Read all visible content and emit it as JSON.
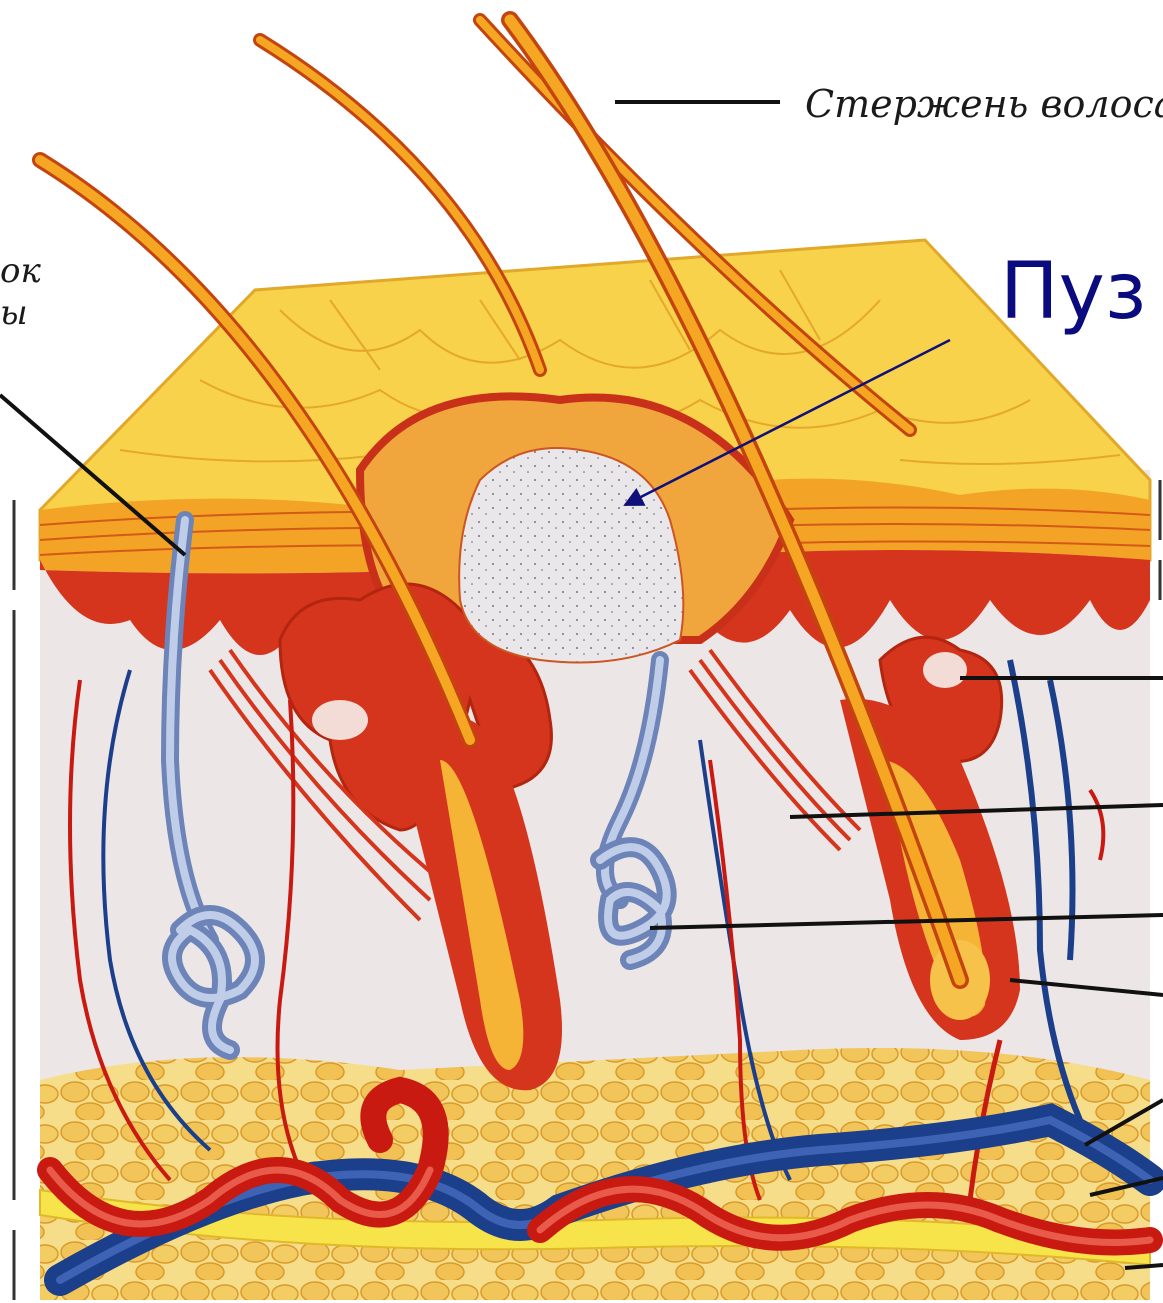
{
  "diagram": {
    "labels": {
      "hair_shaft": "Стержень волоса",
      "blister": "Пуз",
      "left_cut_top": "ок",
      "left_cut_bottom": "ы"
    },
    "colors": {
      "epidermis_top": "#f7d24a",
      "epidermis_light": "#fbe98c",
      "dermis_red": "#d4351c",
      "dermis_bg": "#ece6e6",
      "hair": "#f3a31c",
      "hair_edge": "#c4440f",
      "vein": "#1b3f8a",
      "artery": "#c91a12",
      "gland": "#8da4cf",
      "fat": "#f3cf6a",
      "blister_fill": "#e9e7ea",
      "blister_arrow": "#10107a"
    }
  }
}
